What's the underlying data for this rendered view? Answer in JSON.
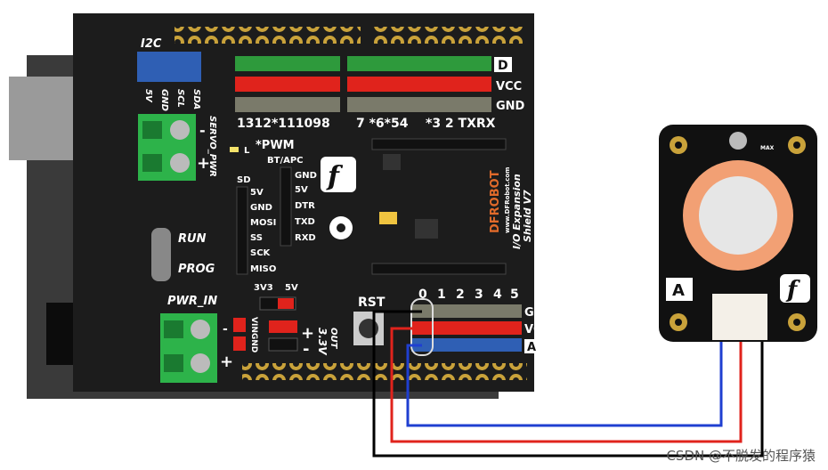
{
  "board": {
    "i2c": "I2C",
    "i2c_pins": [
      "5V",
      "GND",
      "SCL",
      "SDA"
    ],
    "servo_pwr": "SERVO_PWR",
    "header_d": "D",
    "header_vcc": "VCC",
    "header_gnd": "GND",
    "digital_nums": "1312*111098",
    "digital_nums2": "7 *6*54",
    "digital_nums3": "*3 2 TXRX",
    "led_l": "L",
    "pwm": "*PWM",
    "bt_apc": "BT/APC",
    "bt_pins": [
      "GND",
      "5V",
      "DTR",
      "TXD",
      "RXD"
    ],
    "sd": "SD",
    "sd_pins": [
      "5V",
      "GND",
      "MOSI",
      "SS",
      "SCK",
      "MISO"
    ],
    "run": "RUN",
    "prog": "PROG",
    "pwr_in": "PWR_IN",
    "v3v3": "3V3",
    "v5v": "5V",
    "rst": "RST",
    "vin_gnd": "VINGND",
    "out_3v3": "3.3V",
    "out_label": "OUT",
    "analog_nums": [
      "0",
      "1",
      "2",
      "3",
      "4",
      "5"
    ],
    "analog_gnd": "GND",
    "analog_vcc": "VCC",
    "analog_a": "A",
    "brand": "DFROBOT",
    "brand_url": "www.DFRobot.com",
    "product": "I/O Expansion",
    "product2": "Shield V7"
  },
  "sensor": {
    "label_a": "A",
    "logo": "f",
    "max_label": "MAX"
  },
  "watermark": "CSDN @不脱发的程序猿",
  "colors": {
    "board": "#1c1c1c",
    "terminal_green": "#2db34a",
    "pin_green": "#2e9a3c",
    "pin_red": "#e0231c",
    "pin_blue": "#2f5fb4",
    "wire_black": "#000000",
    "wire_red": "#e0231c",
    "wire_blue": "#1f3fd1",
    "sensor_ring": "#f2a074",
    "gold": "#c9a23a"
  }
}
